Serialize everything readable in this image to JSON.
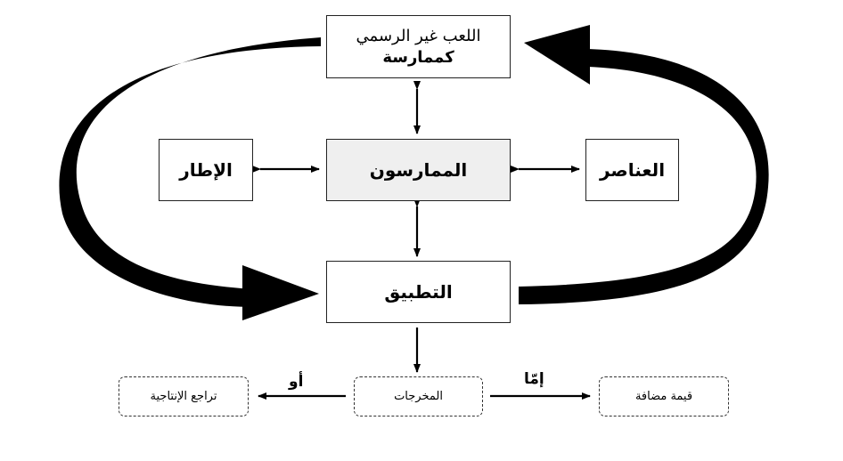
{
  "nodes": {
    "informal_play": {
      "line1": "اللعب غير الرسمي",
      "line2": "كممارسة"
    },
    "framework": {
      "label": "الإطار"
    },
    "practitioners": {
      "label": "الممارسون"
    },
    "elements": {
      "label": "العناصر"
    },
    "application": {
      "label": "التطبيق"
    },
    "outputs": {
      "label": "المخرجات"
    },
    "productivity_decline": {
      "label": "تراجع الإنتاجية"
    },
    "added_value": {
      "label": "قيمة مضافة"
    }
  },
  "edge_labels": {
    "or": "أو",
    "either": "إمّا"
  }
}
